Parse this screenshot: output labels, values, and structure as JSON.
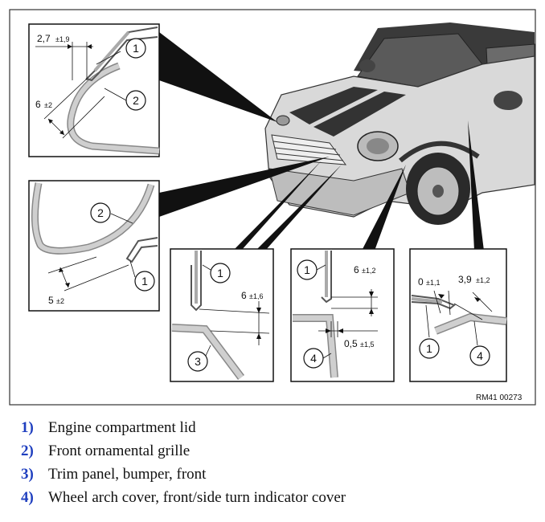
{
  "figure": {
    "reference_code": "RM41 00273",
    "callout_numbers": [
      "1",
      "2",
      "3",
      "4"
    ],
    "detail_1": {
      "measure_a": "2,7",
      "tol_a": "±1,9",
      "measure_b": "6",
      "tol_b": "±2"
    },
    "detail_2": {
      "measure": "5",
      "tol": "±2"
    },
    "detail_3": {
      "measure": "6",
      "tol": "±1,6"
    },
    "detail_4": {
      "measure_a": "6",
      "tol_a": "±1,2",
      "measure_b": "0,5",
      "tol_b": "±1,5"
    },
    "detail_5": {
      "measure_a": "0",
      "tol_a": "±1,1",
      "measure_b": "3,9",
      "tol_b": "±1,2"
    }
  },
  "legend": [
    {
      "number": "1)",
      "text": "Engine compartment lid"
    },
    {
      "number": "2)",
      "text": "Front ornamental grille"
    },
    {
      "number": "3)",
      "text": "Trim panel, bumper, front"
    },
    {
      "number": "4)",
      "text": "Wheel arch cover, front/side turn indicator cover"
    }
  ],
  "colors": {
    "legend_number": "#1f3fbf",
    "panel_gray": "#c8c8c8",
    "car_body": "#d9d9d9"
  }
}
